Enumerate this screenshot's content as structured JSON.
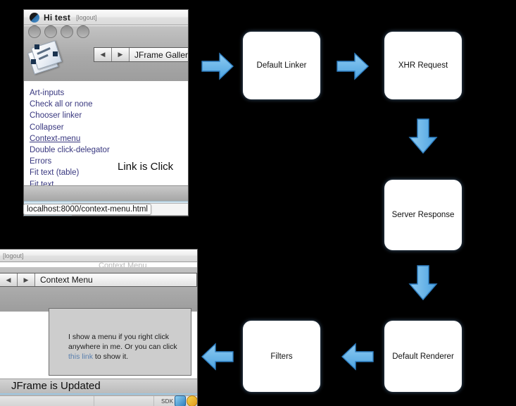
{
  "window_top": {
    "name": "jframe-gallery-window",
    "account_bar": {
      "logo": "globe-icon",
      "greeting": "Hi test",
      "logout": "[logout]"
    },
    "nav": {
      "back": "◀",
      "forward": "▶",
      "title": "JFrame Gallery"
    },
    "toolbar_icon": "gallery-document-icon",
    "links": [
      {
        "label": "Art-inputs",
        "underlined": false
      },
      {
        "label": "Check all or none",
        "underlined": false
      },
      {
        "label": "Chooser linker",
        "underlined": false
      },
      {
        "label": "Collapser",
        "underlined": false
      },
      {
        "label": "Context-menu",
        "underlined": true
      },
      {
        "label": "Double click-delegator",
        "underlined": false
      },
      {
        "label": "Errors",
        "underlined": false
      },
      {
        "label": "Fit text (table)",
        "underlined": false
      },
      {
        "label": "Fit text",
        "underlined": false
      }
    ],
    "big_message": "Link is Click",
    "status_tooltip": "localhost:8000/context-menu.html"
  },
  "window_bottom": {
    "name": "context-menu-window",
    "account_bar": {
      "logout": "[logout]"
    },
    "ghost_title": "Context Menu",
    "nav": {
      "back": "◀",
      "forward": "▶",
      "title": "Context Menu"
    },
    "content": {
      "text_before": "I show a menu if you right click anywhere in me. Or you can click ",
      "link": "this link",
      "text_after": " to show it."
    },
    "banner": "JFrame is Updated",
    "footer": {
      "sdk_label": "SDK",
      "icon_one": "sdk-blue-icon",
      "icon_two": "sdk-yellow-icon"
    }
  },
  "diagram": {
    "name": "request-lifecycle-flow",
    "accent": "#62b3e8",
    "accent_border": "#2f7fc2",
    "nodes": [
      {
        "id": "default-linker",
        "label": "Default Linker"
      },
      {
        "id": "xhr-request",
        "label": "XHR Request"
      },
      {
        "id": "server-response",
        "label": "Server Response"
      },
      {
        "id": "default-renderer",
        "label": "Default Renderer"
      },
      {
        "id": "filters",
        "label": "Filters"
      }
    ],
    "arrows": [
      {
        "id": "linker-to-xhr",
        "direction": "right"
      },
      {
        "id": "xhr-to-server",
        "direction": "down"
      },
      {
        "id": "server-to-renderer",
        "direction": "down"
      },
      {
        "id": "renderer-to-filters",
        "direction": "left"
      },
      {
        "id": "filters-out",
        "direction": "left"
      }
    ]
  }
}
